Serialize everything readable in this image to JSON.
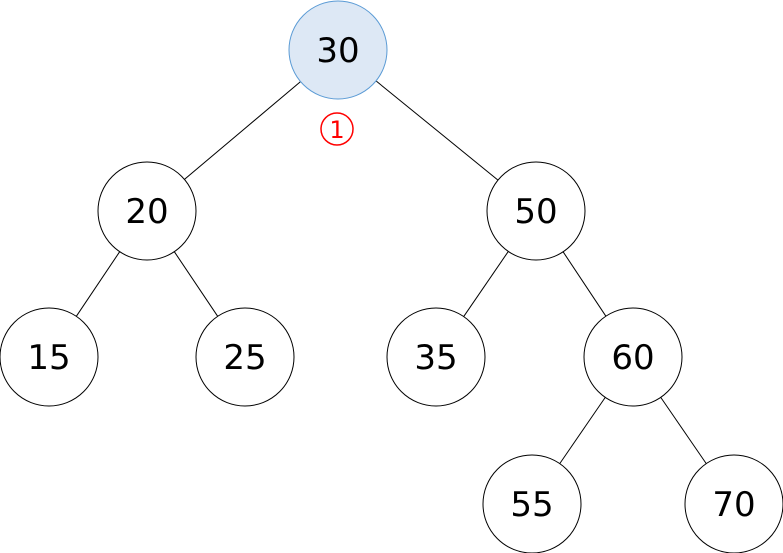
{
  "tree": {
    "nodes": [
      {
        "id": "n30",
        "label": "30",
        "highlighted": true
      },
      {
        "id": "n20",
        "label": "20",
        "highlighted": false
      },
      {
        "id": "n50",
        "label": "50",
        "highlighted": false
      },
      {
        "id": "n15",
        "label": "15",
        "highlighted": false
      },
      {
        "id": "n25",
        "label": "25",
        "highlighted": false
      },
      {
        "id": "n35",
        "label": "35",
        "highlighted": false
      },
      {
        "id": "n60",
        "label": "60",
        "highlighted": false
      },
      {
        "id": "n55",
        "label": "55",
        "highlighted": false
      },
      {
        "id": "n70",
        "label": "70",
        "highlighted": false
      }
    ],
    "edges": [
      {
        "from": "n30",
        "to": "n20"
      },
      {
        "from": "n30",
        "to": "n50"
      },
      {
        "from": "n20",
        "to": "n15"
      },
      {
        "from": "n20",
        "to": "n25"
      },
      {
        "from": "n50",
        "to": "n35"
      },
      {
        "from": "n50",
        "to": "n60"
      },
      {
        "from": "n60",
        "to": "n55"
      },
      {
        "from": "n60",
        "to": "n70"
      }
    ],
    "step_marker": {
      "label": "1",
      "near": "n30"
    }
  },
  "colors": {
    "highlight_fill": "#dde8f5",
    "highlight_stroke": "#5b9bd5",
    "node_fill": "#ffffff",
    "node_stroke": "#000000",
    "edge": "#000000",
    "marker": "#ff0000"
  }
}
